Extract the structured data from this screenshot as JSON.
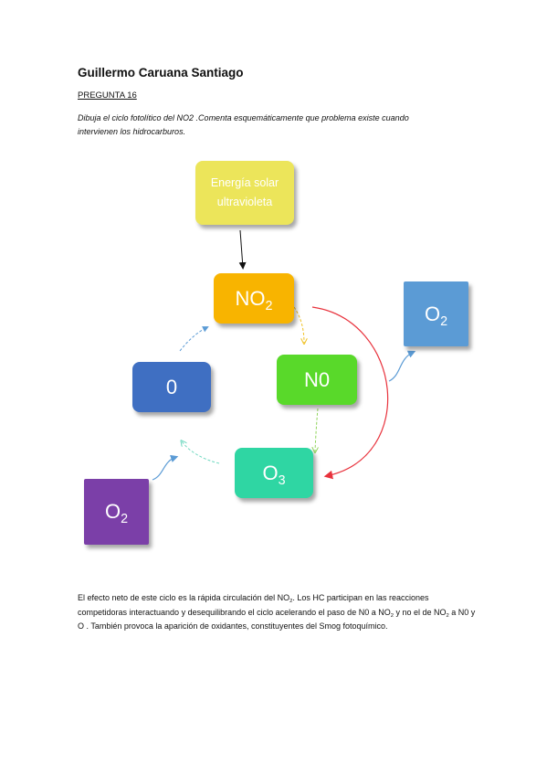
{
  "author": "Guillermo Caruana Santiago",
  "question_label": "PREGUNTA 16",
  "prompt": {
    "line1": "Dibuja el ciclo fotolítico del NO2 .Comenta esquemáticamente que problema existe cuando",
    "line2": "intervienen los hidrocarburos."
  },
  "diagram": {
    "energy_line1": "Energía solar",
    "energy_line2": "ultravioleta",
    "no2_main": "NO",
    "no2_sub": "2",
    "no_label": "N0",
    "o_label": "0",
    "o3_main": "O",
    "o3_sub": "3",
    "o2_right_main": "O",
    "o2_right_sub": "2",
    "o2_left_main": "O",
    "o2_left_sub": "2",
    "colors": {
      "energy": "#ece55a",
      "no2": "#f8b400",
      "no": "#59d92a",
      "o": "#3f6fc2",
      "o3": "#2fd6a3",
      "o2_right": "#5b9bd5",
      "o2_left": "#7b3fa8",
      "red_arrow": "#e8323c"
    }
  },
  "body": {
    "s1": "El efecto neto de este ciclo es la rápida circulación del NO",
    "s1_sub": "2",
    "s2": ". Los HC participan en las reacciones competidoras interactuando y desequilibrando el ciclo acelerando el paso de N0 a NO",
    "s2_sub": "2",
    "s3": " y no el de NO",
    "s3_sub": "2",
    "s4": " a N0 y O . También provoca la aparición de oxidantes, constituyentes del Smog fotoquímico."
  }
}
